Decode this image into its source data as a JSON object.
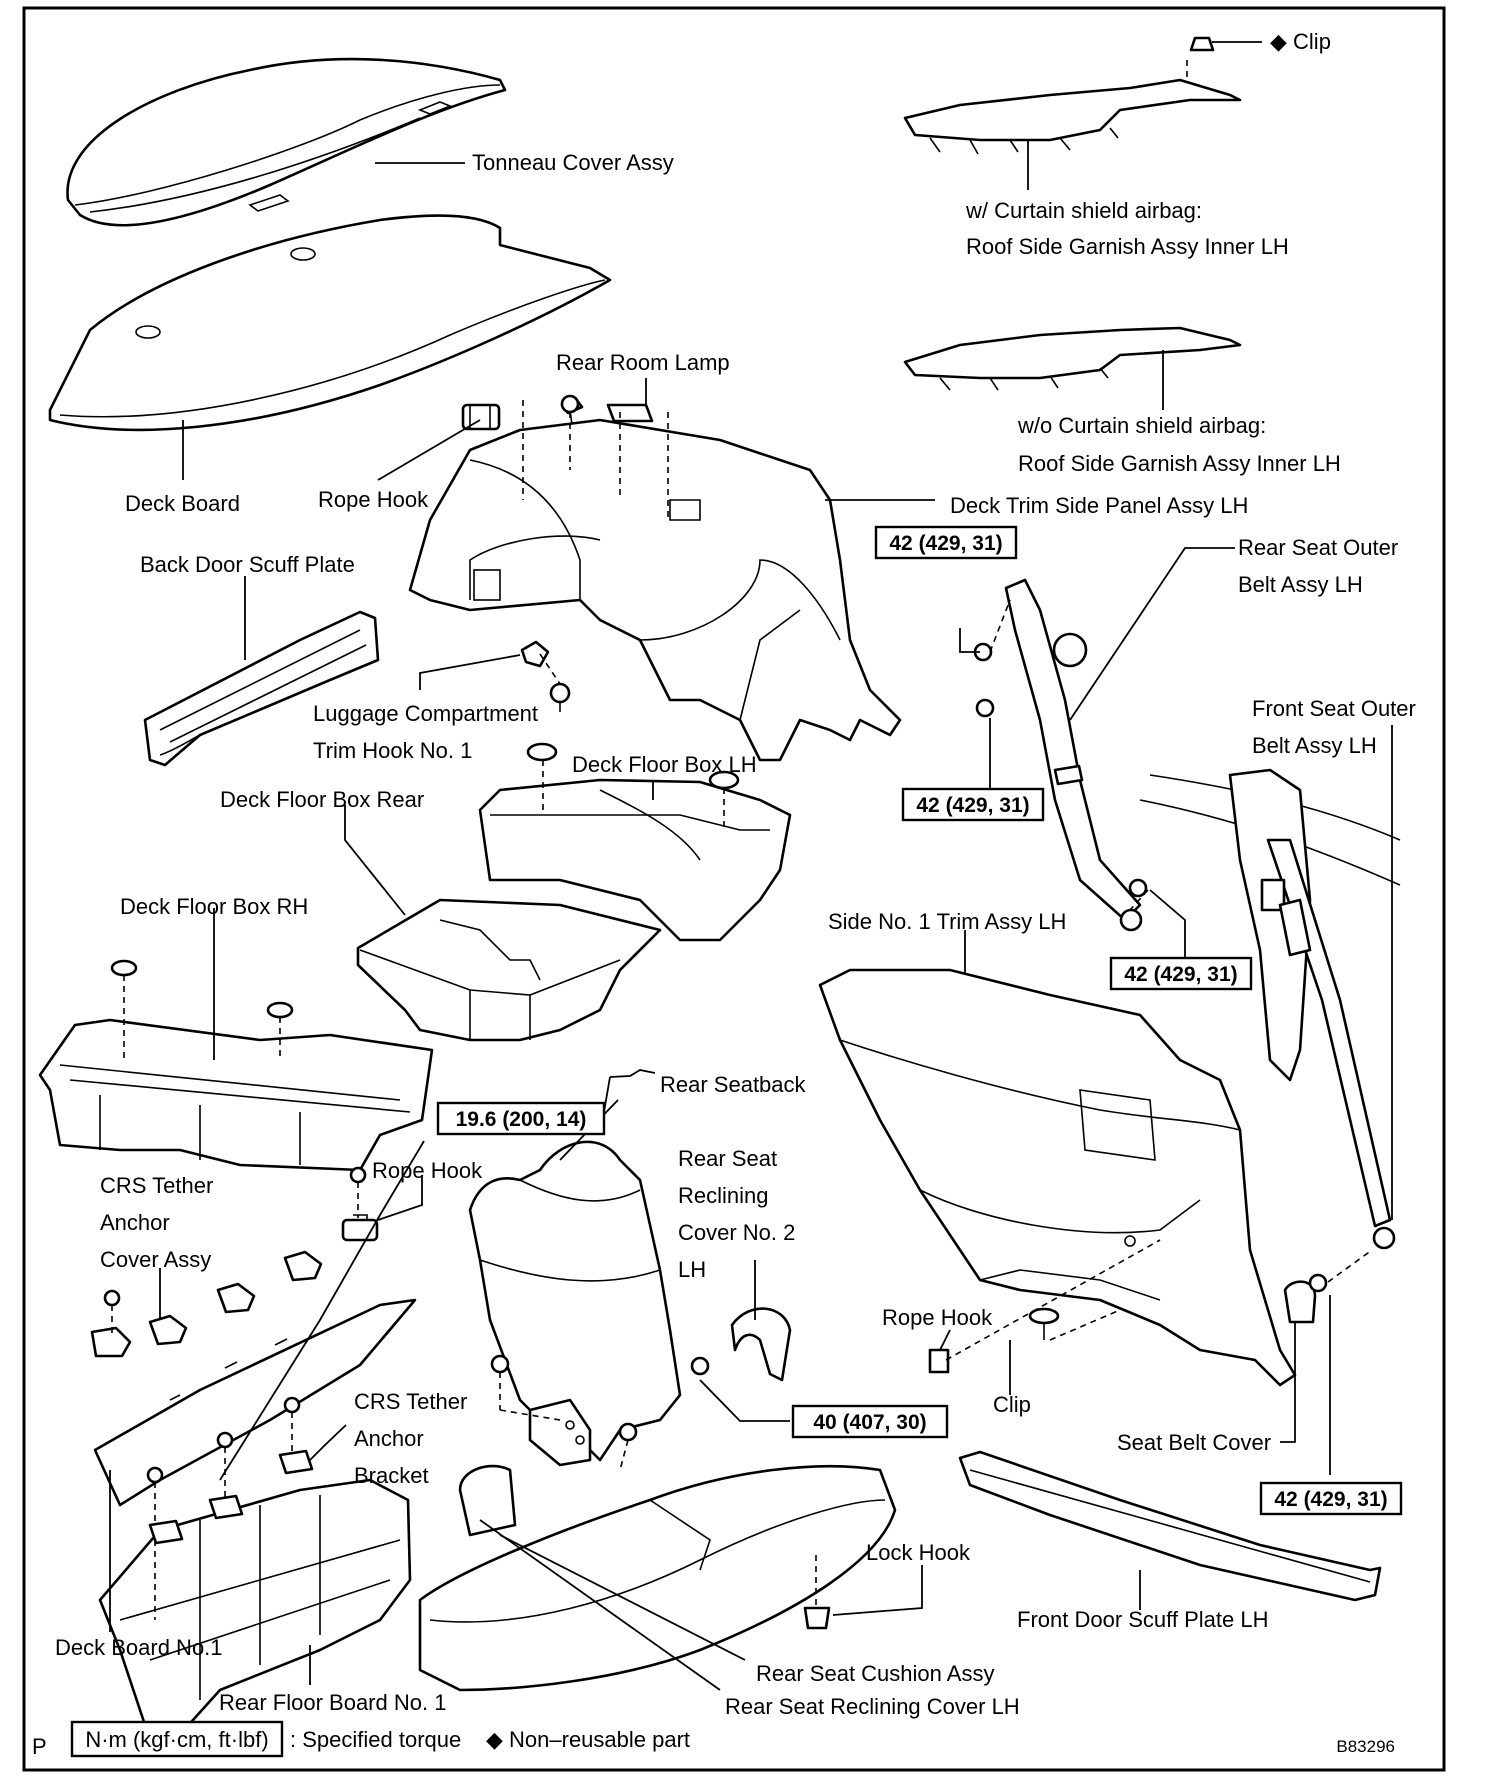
{
  "labels": {
    "clip_top": "◆ Clip",
    "tonneau_cover": "Tonneau Cover Assy",
    "curtain_airbag_line1": "w/ Curtain shield airbag:",
    "curtain_airbag_line2": "Roof Side Garnish Assy Inner LH",
    "rear_room_lamp": "Rear Room Lamp",
    "no_curtain_line1": "w/o Curtain shield airbag:",
    "no_curtain_line2": "Roof Side Garnish Assy Inner LH",
    "deck_board": "Deck Board",
    "rope_hook_top": "Rope Hook",
    "deck_trim_side_panel": "Deck Trim Side Panel Assy LH",
    "rear_seat_outer_belt_line1": "Rear Seat Outer",
    "rear_seat_outer_belt_line2": "Belt Assy LH",
    "back_door_scuff": "Back Door Scuff Plate",
    "front_seat_outer_belt_line1": "Front Seat Outer",
    "front_seat_outer_belt_line2": "Belt Assy LH",
    "luggage_hook_line1": "Luggage Compartment",
    "luggage_hook_line2": "Trim Hook No. 1",
    "deck_floor_box_lh": "Deck Floor Box LH",
    "deck_floor_box_rear": "Deck Floor Box Rear",
    "deck_floor_box_rh": "Deck Floor Box RH",
    "side_no1_trim": "Side No. 1 Trim Assy LH",
    "rear_seatback": "Rear Seatback",
    "crs_cover_line1": "CRS Tether",
    "crs_cover_line2": "Anchor",
    "crs_cover_line3": "Cover Assy",
    "rope_hook_mid": "Rope Hook",
    "reclining_cover2_line1": "Rear Seat",
    "reclining_cover2_line2": "Reclining",
    "reclining_cover2_line3": "Cover No. 2",
    "reclining_cover2_line4": "LH",
    "rope_hook_right": "Rope Hook",
    "clip_right": "Clip",
    "crs_bracket_line1": "CRS Tether",
    "crs_bracket_line2": "Anchor",
    "crs_bracket_line3": "Bracket",
    "seat_belt_cover": "Seat Belt Cover",
    "lock_hook": "Lock Hook",
    "front_door_scuff": "Front Door Scuff Plate LH",
    "deck_board_no1": "Deck Board No.1",
    "rear_seat_cushion": "Rear Seat Cushion Assy",
    "rear_floor_board": "Rear Floor Board No. 1",
    "rear_seat_reclining_cover": "Rear Seat Reclining Cover LH"
  },
  "torques": {
    "belt_upper": "42 (429, 31)",
    "belt_mid": "42 (429, 31)",
    "belt_lower": "42 (429, 31)",
    "seatback": "19.6 (200, 14)",
    "seat_hinge": "40 (407, 30)",
    "front_belt": "42 (429, 31)"
  },
  "legend": {
    "p_mark": "P",
    "unit_box": "N·m (kgf·cm, ft·lbf)",
    "specified": ": Specified torque",
    "non_reusable": "◆ Non–reusable part",
    "figure_code": "B83296"
  }
}
